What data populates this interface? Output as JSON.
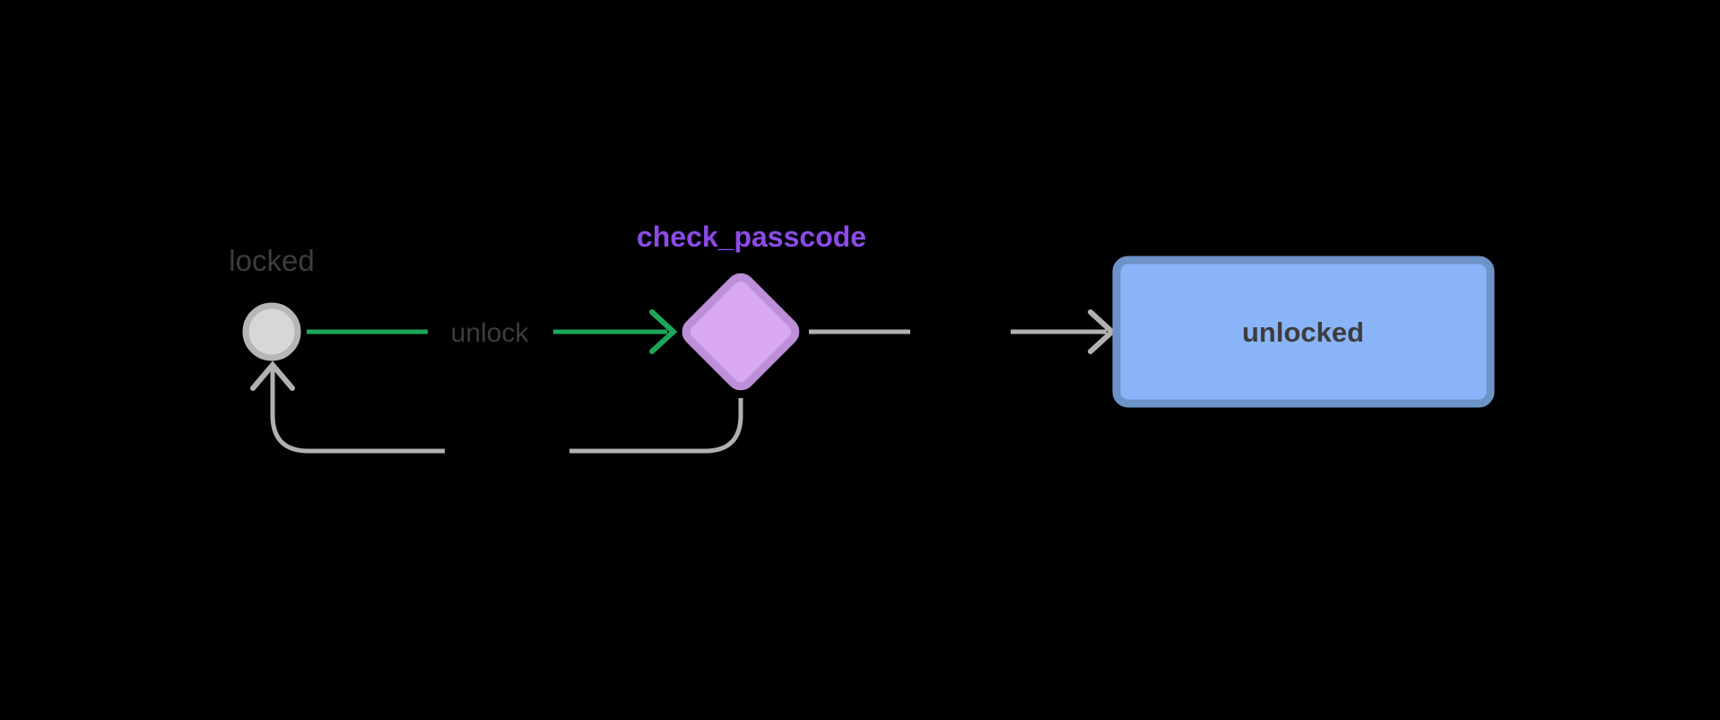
{
  "canvas": {
    "background": "#000000"
  },
  "diagram": {
    "type": "state-machine",
    "nodes": {
      "locked": {
        "label": "locked",
        "shape": "circle"
      },
      "check_passcode": {
        "label": "check_passcode",
        "shape": "diamond"
      },
      "unlocked": {
        "label": "unlocked",
        "shape": "rectangle"
      }
    },
    "edges": {
      "unlock": {
        "label": "unlock",
        "from": "locked",
        "to": "check_passcode"
      },
      "to_unlocked": {
        "label": "",
        "from": "check_passcode",
        "to": "unlocked"
      },
      "loop_back": {
        "label": "",
        "from": "check_passcode",
        "to": "locked"
      }
    }
  },
  "colors": {
    "background": "#000000",
    "label_dark": "#3d3d3d",
    "edge_gray": "#b1b1b1",
    "circle_fill": "#d7d7d7",
    "circle_ring": "#b6b6b6",
    "edge_green": "#1ca65a",
    "label_purple": "#8c4be8",
    "diamond_fill": "#d8a8f2",
    "diamond_border": "#bc8fd8",
    "rect_fill": "#8ab4f8",
    "rect_border": "#6d92c8"
  }
}
